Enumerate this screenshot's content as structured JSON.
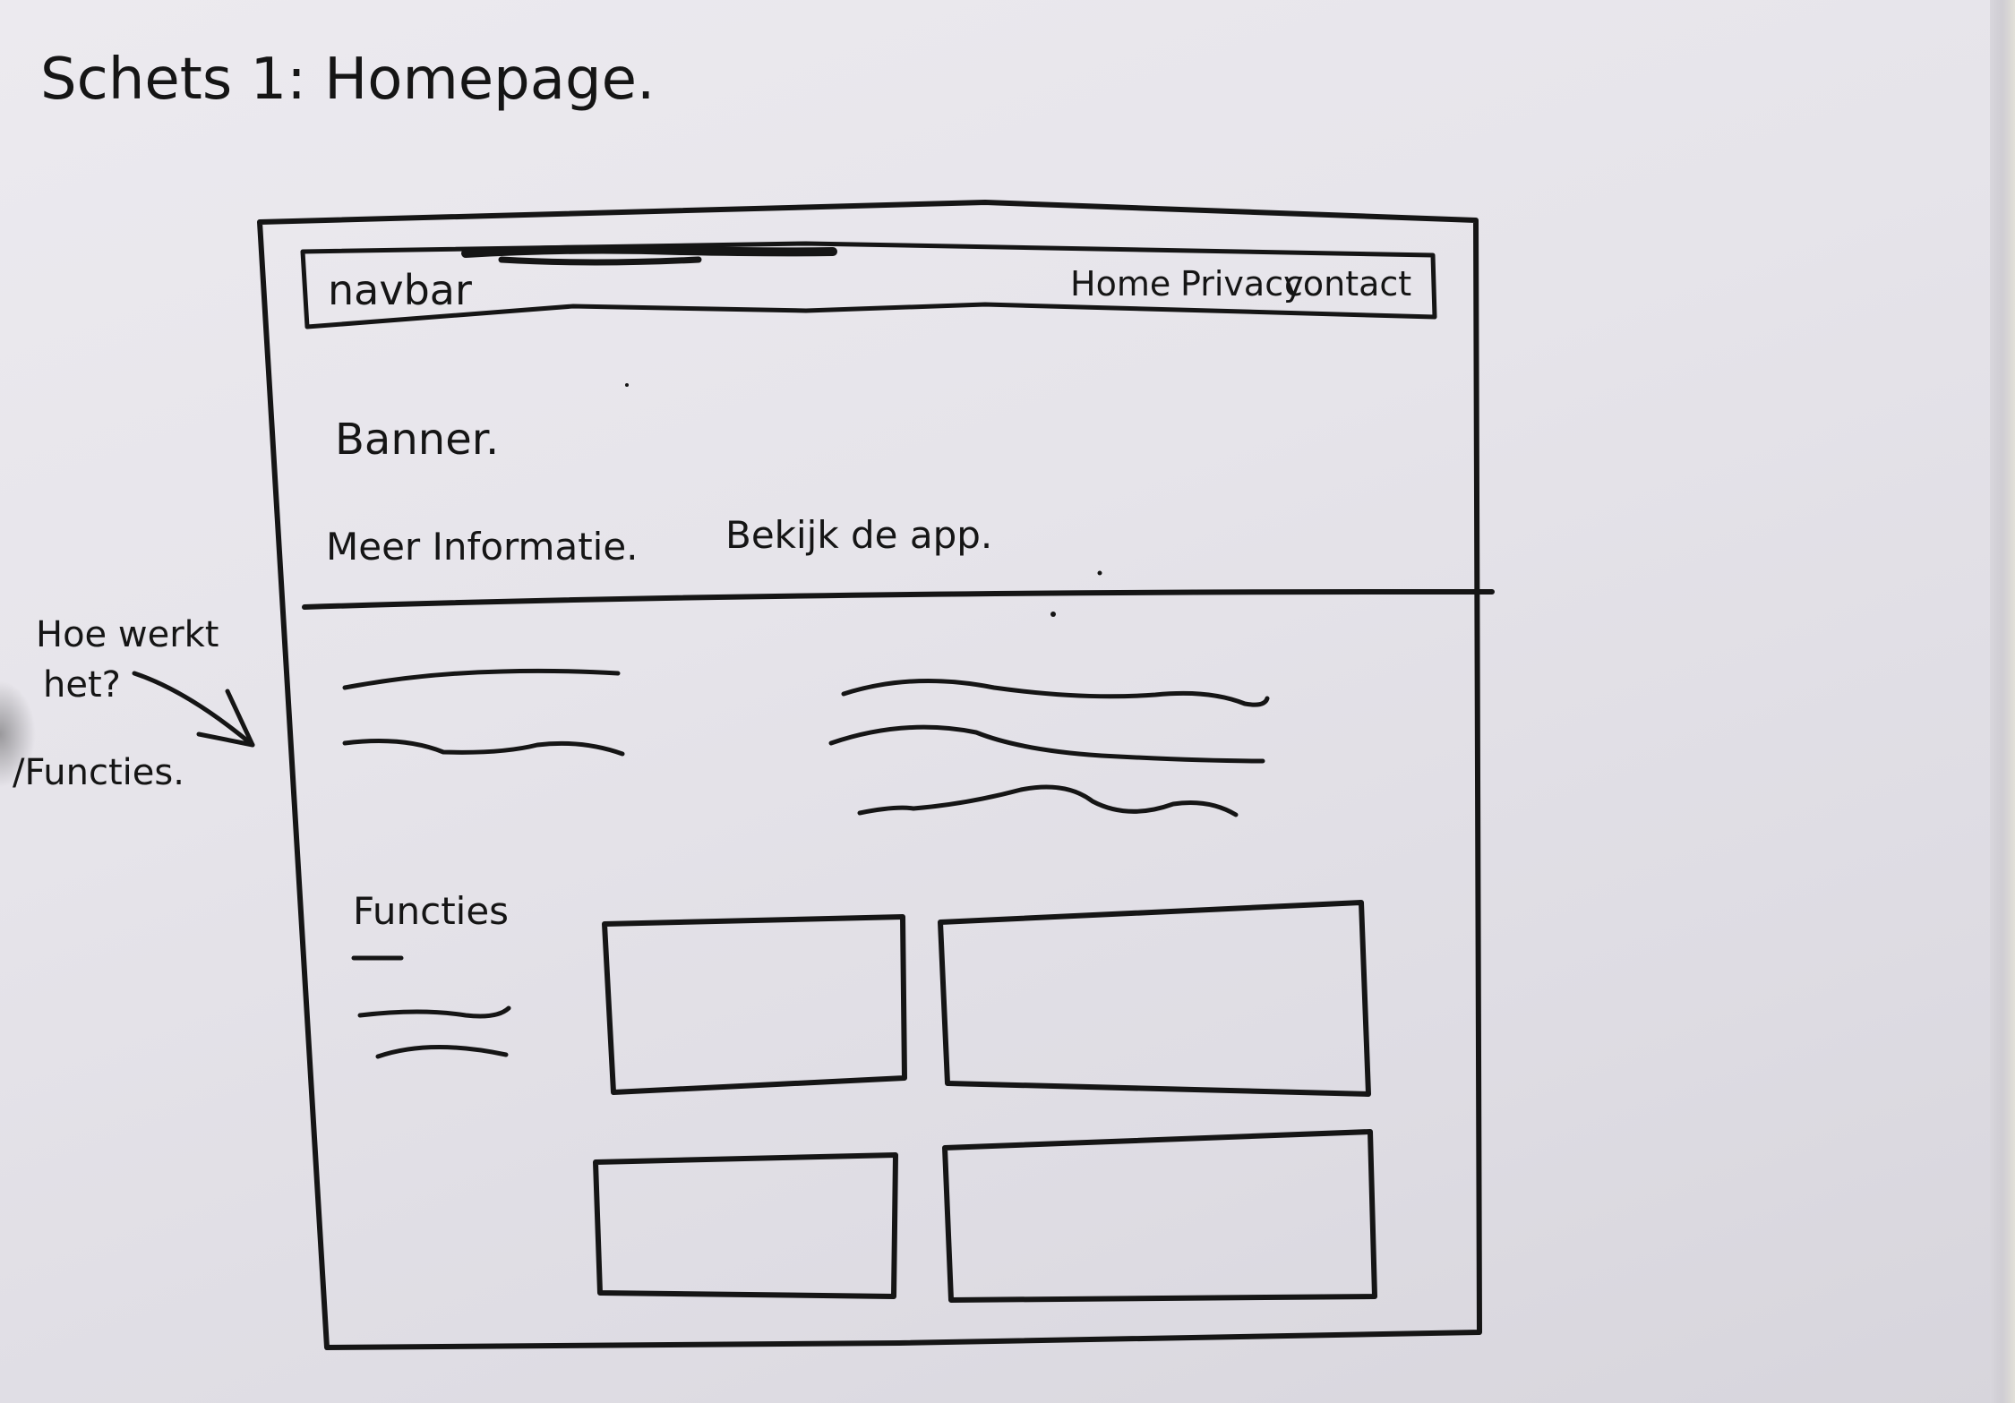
{
  "sheet": {
    "title": "Schets 1: Homepage."
  },
  "wireframe": {
    "navbar": {
      "label": "navbar",
      "links": [
        "Home",
        "Privacy",
        "contact"
      ]
    },
    "banner": {
      "label": "Banner.",
      "actions": [
        "Meer Informatie.",
        "Bekijk de app."
      ]
    },
    "features": {
      "heading": "Functies"
    }
  },
  "annotations": {
    "side_note_line1": "Hoe werkt",
    "side_note_line2": "het?",
    "side_note_line3": "/Functies."
  },
  "colors": {
    "ink": "#151515",
    "paper": "#e6e4ea"
  }
}
